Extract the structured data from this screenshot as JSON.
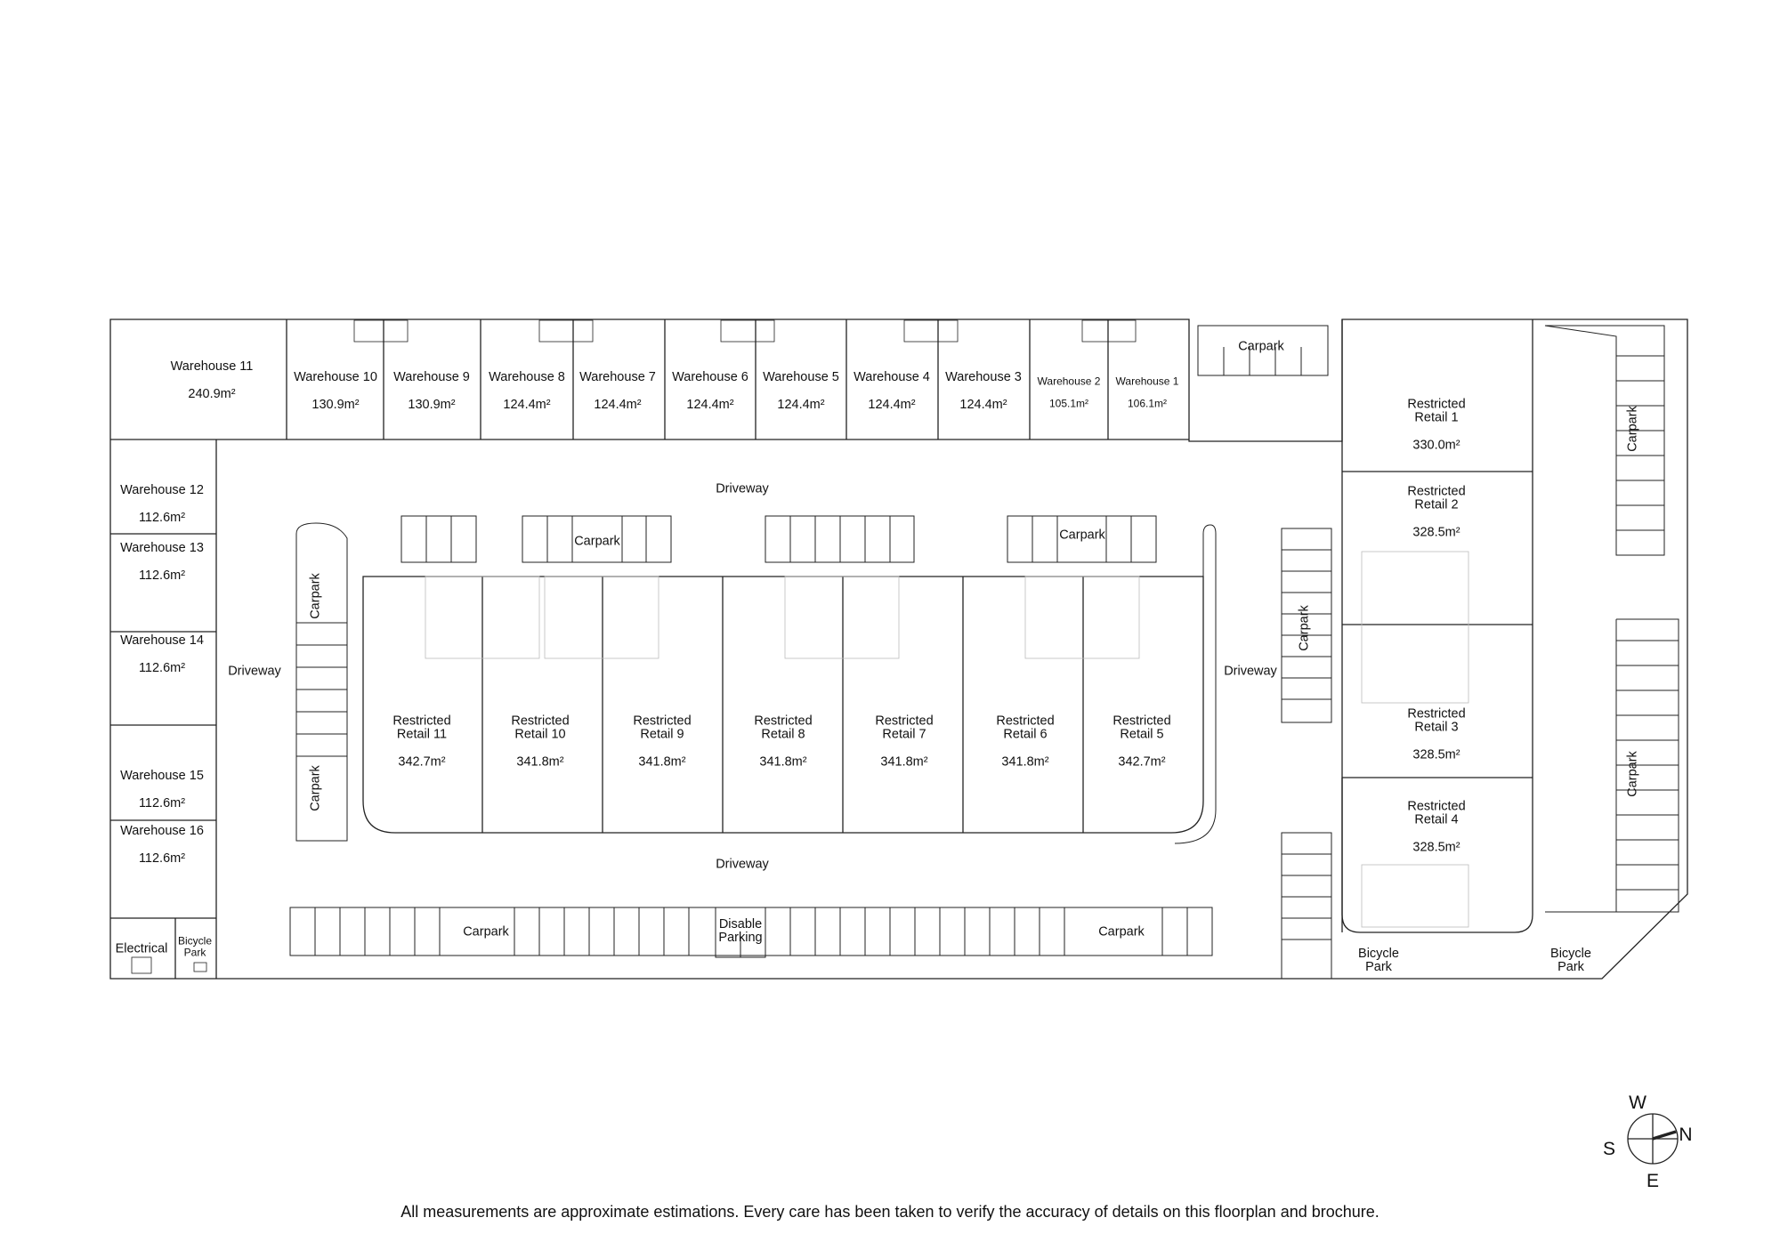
{
  "warehouses": [
    {
      "name": "Warehouse 11",
      "area": "240.9m²"
    },
    {
      "name": "Warehouse 10",
      "area": "130.9m²"
    },
    {
      "name": "Warehouse 9",
      "area": "130.9m²"
    },
    {
      "name": "Warehouse 8",
      "area": "124.4m²"
    },
    {
      "name": "Warehouse 7",
      "area": "124.4m²"
    },
    {
      "name": "Warehouse 6",
      "area": "124.4m²"
    },
    {
      "name": "Warehouse 5",
      "area": "124.4m²"
    },
    {
      "name": "Warehouse 4",
      "area": "124.4m²"
    },
    {
      "name": "Warehouse 3",
      "area": "124.4m²"
    },
    {
      "name": "Warehouse 2",
      "area": "105.1m²"
    },
    {
      "name": "Warehouse 1",
      "area": "106.1m²"
    },
    {
      "name": "Warehouse 12",
      "area": "112.6m²"
    },
    {
      "name": "Warehouse 13",
      "area": "112.6m²"
    },
    {
      "name": "Warehouse 14",
      "area": "112.6m²"
    },
    {
      "name": "Warehouse 15",
      "area": "112.6m²"
    },
    {
      "name": "Warehouse 16",
      "area": "112.6m²"
    }
  ],
  "retail_center": [
    {
      "name": "Restricted\nRetail 11",
      "area": "342.7m²"
    },
    {
      "name": "Restricted\nRetail 10",
      "area": "341.8m²"
    },
    {
      "name": "Restricted\nRetail 9",
      "area": "341.8m²"
    },
    {
      "name": "Restricted\nRetail 8",
      "area": "341.8m²"
    },
    {
      "name": "Restricted\nRetail 7",
      "area": "341.8m²"
    },
    {
      "name": "Restricted\nRetail 6",
      "area": "341.8m²"
    },
    {
      "name": "Restricted\nRetail 5",
      "area": "342.7m²"
    }
  ],
  "retail_east": [
    {
      "name": "Restricted\nRetail 1",
      "area": "330.0m²"
    },
    {
      "name": "Restricted\nRetail 2",
      "area": "328.5m²"
    },
    {
      "name": "Restricted\nRetail 3",
      "area": "328.5m²"
    },
    {
      "name": "Restricted\nRetail 4",
      "area": "328.5m²"
    }
  ],
  "labels": {
    "driveway": "Driveway",
    "carpark": "Carpark",
    "disable_parking": "Disable\nParking",
    "electrical": "Electrical",
    "bicycle_park": "Bicycle\nPark"
  },
  "compass": {
    "north": "N",
    "south": "S",
    "east": "E",
    "west": "W"
  },
  "disclaimer": "All measurements are approximate estimations. Every care has been taken to verify the accuracy of details on this floorplan and brochure."
}
